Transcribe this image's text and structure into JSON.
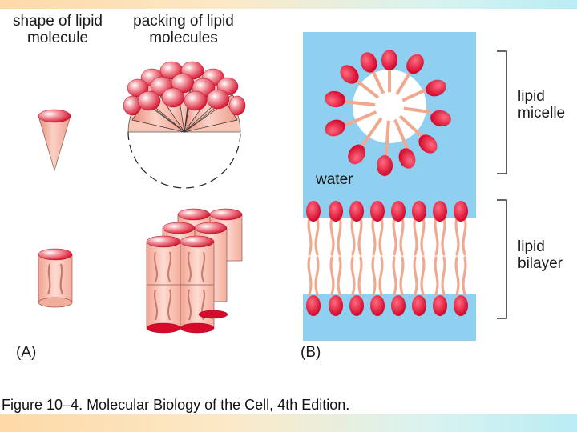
{
  "labels": {
    "shape_of_lipid_molecule_line1": "shape of lipid",
    "shape_of_lipid_molecule_line2": "molecule",
    "packing_of_lipid_molecules_line1": "packing of lipid",
    "packing_of_lipid_molecules_line2": "molecules",
    "water": "water",
    "lipid_micelle_line1": "lipid",
    "lipid_micelle_line2": "micelle",
    "lipid_bilayer_line1": "lipid",
    "lipid_bilayer_line2": "bilayer",
    "panel_a": "(A)",
    "panel_b": "(B)"
  },
  "caption": "Figure 10–4. Molecular Biology of the Cell, 4th Edition.",
  "colors": {
    "head_red": "#e0102f",
    "tail_pink": "#f0a98f",
    "water_blue": "#8fd0f0",
    "cone_pink": "#f6b7a8"
  }
}
